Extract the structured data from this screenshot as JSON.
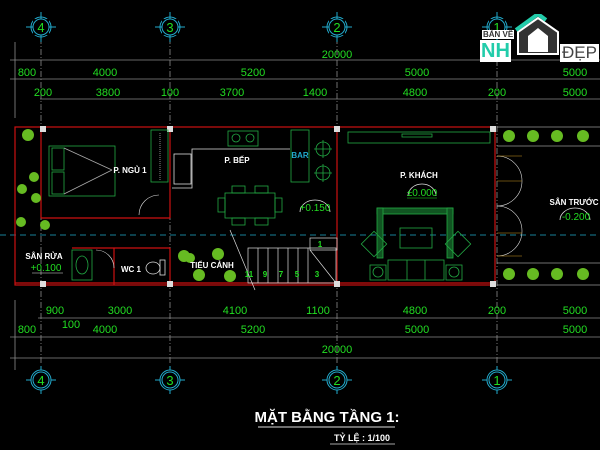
{
  "drawing": {
    "title": "MẶT BẰNG TẦNG 1:",
    "scale": "TỶ LỆ : 1/100"
  },
  "axes": {
    "top": [
      "4",
      "3",
      "2",
      "1"
    ],
    "bottom": [
      "4",
      "3",
      "2",
      "1"
    ]
  },
  "dimensions_top": {
    "total": "20000",
    "row1": [
      "800",
      "4000",
      "5200",
      "5000",
      "5000"
    ],
    "row2": [
      "200",
      "3800",
      "100",
      "3700",
      "1400",
      "4800",
      "200",
      "5000"
    ]
  },
  "dimensions_bottom": {
    "row1": [
      "900",
      "3000",
      "4100",
      "1100",
      "4800",
      "200",
      "5000"
    ],
    "row1_extra": "100",
    "row2": [
      "800",
      "4000",
      "5200",
      "5000",
      "5000"
    ],
    "total": "20000"
  },
  "rooms": {
    "bedroom": "P. NGỦ 1",
    "kitchen": "P. BẾP",
    "living": "P. KHÁCH",
    "front_yard": "SÂN TRƯỚC",
    "wash_yard": "SÂN RỬA",
    "wc": "WC 1",
    "garden": "TIỂU CẢNH",
    "bar": "BAR"
  },
  "levels": {
    "kitchen": "+0.150",
    "living": "±0.000",
    "front_yard": "-0.200",
    "wash_yard": "+0.100"
  },
  "stair_steps": [
    "1",
    "11",
    "9",
    "7",
    "5",
    "3"
  ],
  "logo": {
    "small": "BẢN VẼ",
    "big": "NH",
    "suffix": "ĐẸP"
  },
  "colors": {
    "dimension_text": "#22dd22",
    "wall": "#cc1111",
    "axis_circle": "#22aacc",
    "furniture": "#22cc44",
    "brand": "#22ccaa"
  }
}
